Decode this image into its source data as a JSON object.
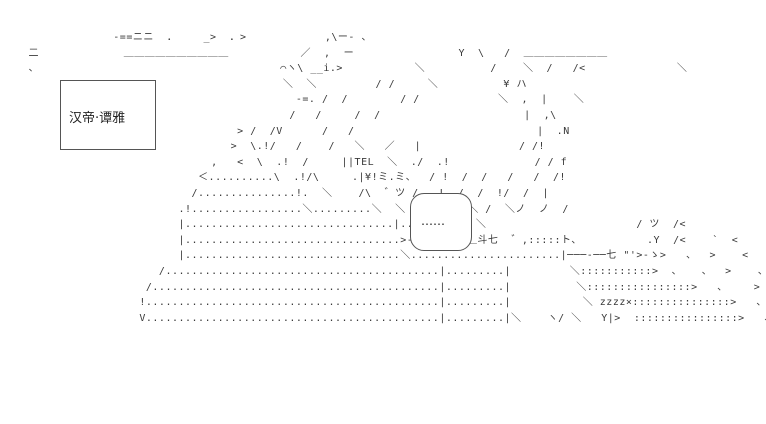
{
  "name_box": {
    "label": "汉帝·谭雅"
  },
  "speech_box": {
    "text": "……"
  },
  "sound_effect": "zzzz",
  "phone_label": "TEL",
  "ascii_art": "              -==ニニ  ．    _>  ．>            ,\\ー- 、                    \n 二             ＿＿＿＿＿＿＿＿＿＿           ／  ,  ー                Y  \\   /  ＿＿＿＿＿＿＿＿\n 、                                     ⌒ヽ\\ __i.>           ＼          /    ＼  /   /<              ＼\n                                        ＼  ＼         / /     ＼          ¥ ハ\n                                          -=. /  /        / /            ＼  ,  |    ＼\n                                         /   /     /  /                      |  ,\\\n                                 > /  /V      /   /                            |  .N\n                                >  \\.!/   /    /   ＼   ／   |               / /!\n                             ,   <  \\  .!  /     ||TEL  ＼  ./  .!             / / f\n                           ＜..........\\  .!/\\     .|¥!ミ.ミ、  / !  /  /   /   /  /!\n                          /...............!.  ＼    /\\  ゛ツ /   !  /  /  !/  /  |\n                        .!.................＼.........＼  ＼     ＼   ＼ /  ＼ノ  ノ  /\n                        |................................|........＼  ＼                       / ツ  /<\n                        |.................................>---ー.  ＿＿斗七  ゛,:::::ト、          .Y  /<    `  <\n                        |.................................＼.......................|───-──七 \"'>-ゝ>   、  >    <\n                     /..........................................|.........|         ＼:::::::::::>  、   、  >    、   <\n                   /............................................|.........|          ＼::::::::::::::::>   、    >   <\n                  !.............................................|.........|           ＼ zzzz×:::::::::::::::>   、   >  、\n                  V.............................................|.........|＼    ヽ/ ＼   Y|>  ::::::::::::::::>   、"
}
